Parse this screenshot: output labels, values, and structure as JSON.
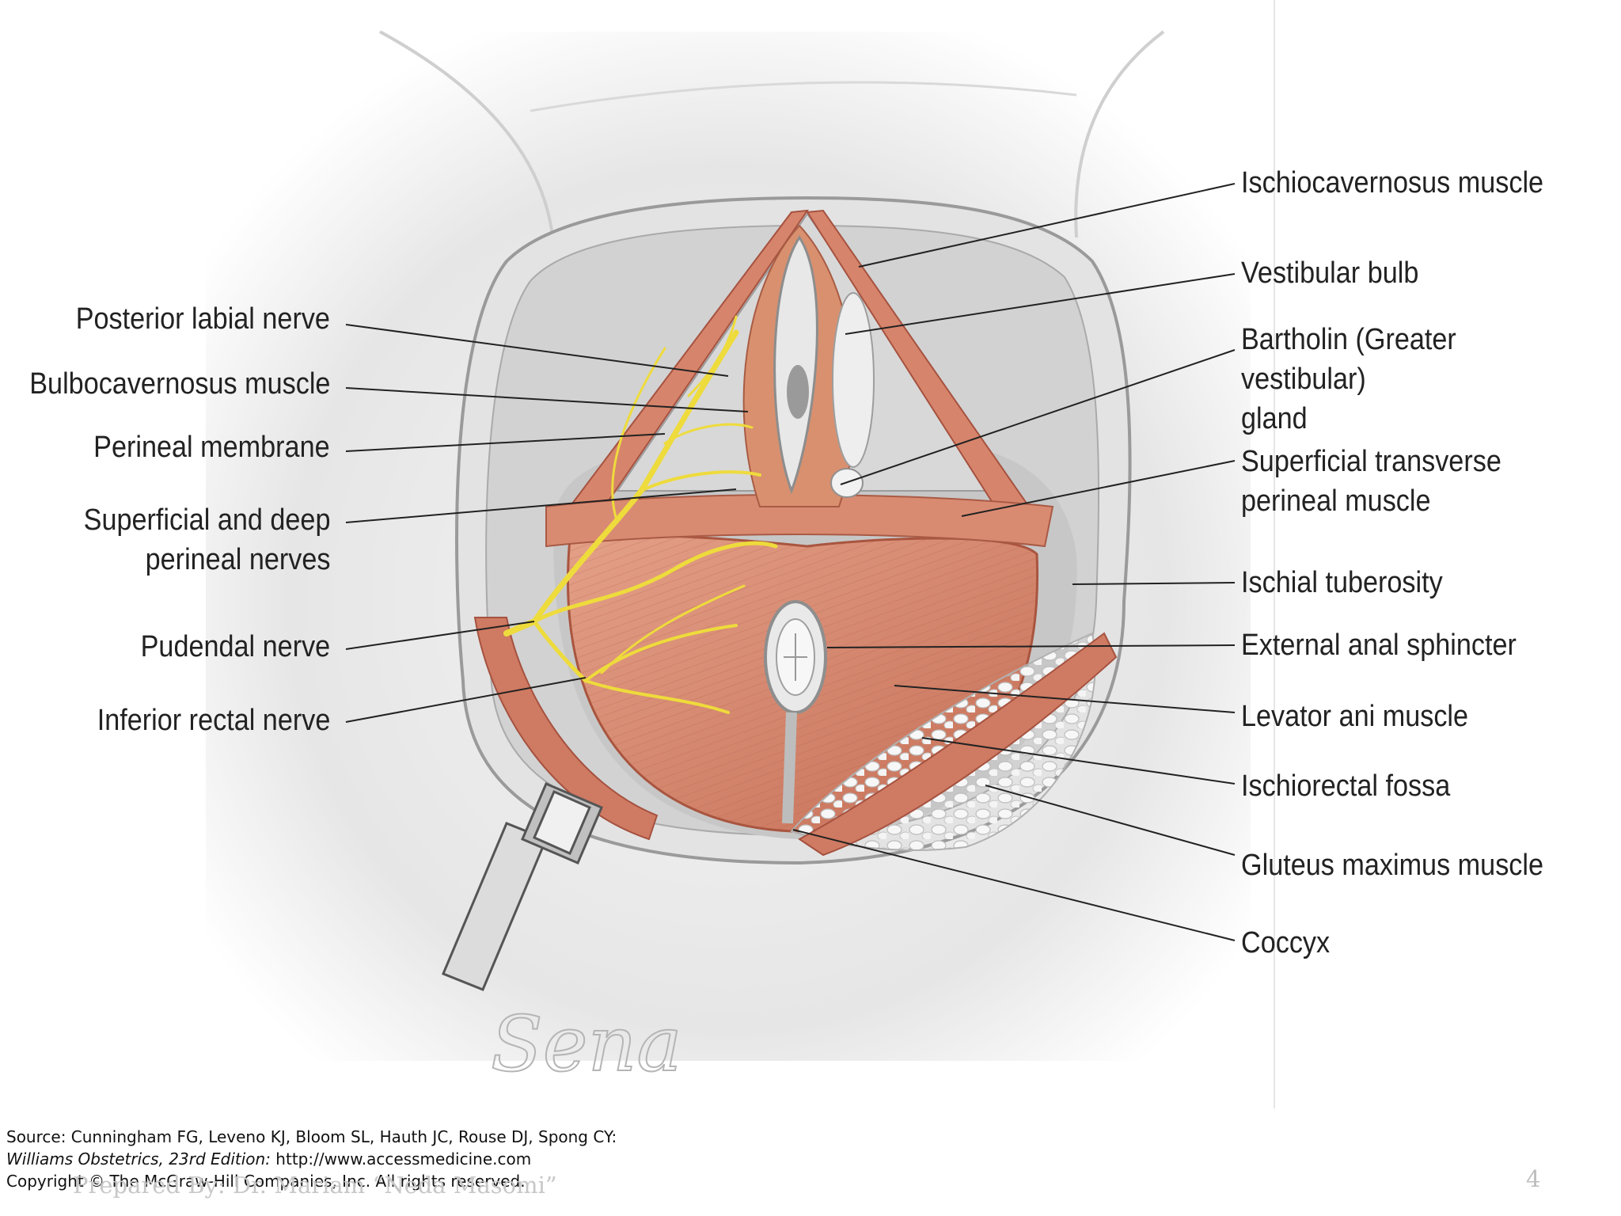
{
  "labels_left": {
    "posterior_labial_nerve": "Posterior labial nerve",
    "bulbocavernosus_muscle": "Bulbocavernosus muscle",
    "perineal_membrane": "Perineal membrane",
    "superficial_deep_nerves": [
      "Superficial and deep",
      "perineal nerves"
    ],
    "pudendal_nerve": "Pudendal nerve",
    "inferior_rectal_nerve": "Inferior rectal nerve"
  },
  "labels_right": {
    "ischiocavernosus_muscle": "Ischiocavernosus muscle",
    "vestibular_bulb": "Vestibular bulb",
    "bartholin_gland": [
      "Bartholin (Greater vestibular)",
      "gland"
    ],
    "superficial_transverse": [
      "Superficial transverse",
      "perineal muscle"
    ],
    "ischial_tuberosity": "Ischial tuberosity",
    "external_anal_sphincter": "External anal sphincter",
    "levator_ani_muscle": "Levator ani muscle",
    "ischiorectal_fossa": "Ischiorectal fossa",
    "gluteus_maximus_muscle": "Gluteus maximus muscle",
    "coccyx": "Coccyx"
  },
  "signature": "Sena",
  "source": {
    "line1": "Source: Cunningham FG, Leveno KJ, Bloom SL, Hauth JC, Rouse DJ, Spong CY:",
    "line2_italic": "Williams Obstetrics, 23rd Edition:",
    "line2_url": " http://www.accessmedicine.com",
    "line3": "Copyright © The McGraw-Hill Companies, Inc. All rights reserved."
  },
  "footer": {
    "prepared_by": "Prepared By: Dr. Mariam “Neda Masomi”",
    "page_number": "4"
  },
  "colors": {
    "muscle": "#d98b72",
    "muscle_dark": "#b9654e",
    "nerve": "#f2e14a",
    "tissue_gray": "#d4d4d4",
    "fat": "#eeeeee"
  }
}
